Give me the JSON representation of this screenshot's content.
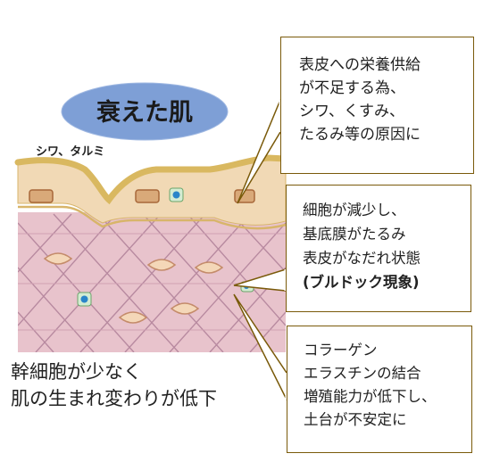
{
  "title": "衰えた肌",
  "surface_label": "シワ、タルミ",
  "callouts": [
    {
      "lines": [
        "表皮への栄養供給",
        "が不足する為、",
        "シワ、くすみ、",
        "たるみ等の原因に"
      ]
    },
    {
      "lines": [
        "細胞が減少し、",
        "基底膜がたるみ",
        "表皮がなだれ状態",
        "(ブルドック現象)"
      ]
    },
    {
      "lines": [
        "コラーゲン",
        "エラスチンの結合",
        "増殖能力が低下し、",
        "土台が不安定に"
      ]
    }
  ],
  "caption": {
    "lines": [
      "幹細胞が少なく",
      "肌の生まれ変わりが低下"
    ]
  },
  "colors": {
    "title_ellipse": "#7e9fd6",
    "dermis": "#e8c3cc",
    "fiber": "#b88aa0",
    "epidermis": "#f1d9b5",
    "basement": "#d8b56a",
    "callout_border": "#7a5a0a"
  }
}
